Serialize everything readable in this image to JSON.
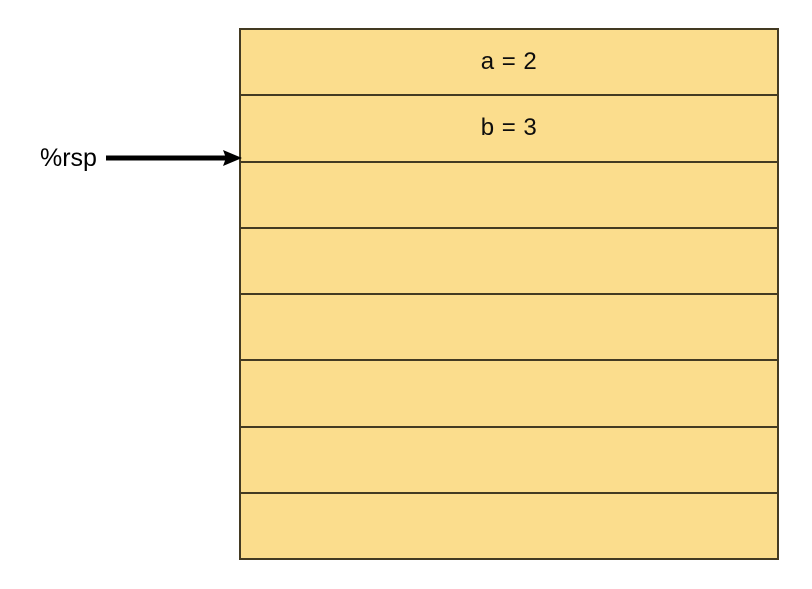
{
  "diagram": {
    "title": "stack-frame-diagram",
    "background_color": "#ffffff",
    "cell_fill_color": "#fbdd8d",
    "border_color": "#433a22",
    "text_color": "#0d0d0d"
  },
  "pointer": {
    "label": "%rsp",
    "icon": "right-arrow-icon",
    "points_to_row_index": 2,
    "arrow_color": "#000000"
  },
  "stack": {
    "row_count": 8,
    "rows": [
      {
        "label": "a = 2"
      },
      {
        "label": "b = 3"
      },
      {
        "label": ""
      },
      {
        "label": ""
      },
      {
        "label": ""
      },
      {
        "label": ""
      },
      {
        "label": ""
      },
      {
        "label": ""
      }
    ]
  }
}
